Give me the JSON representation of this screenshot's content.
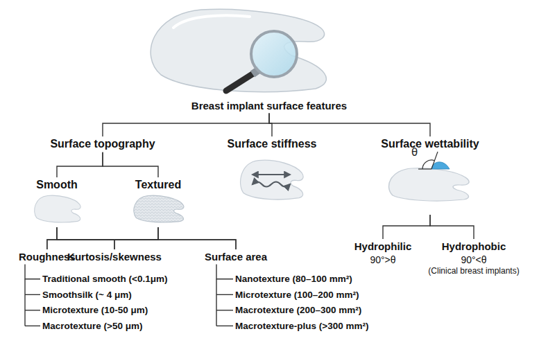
{
  "diagram": {
    "nodes": [
      {
        "text": [
          "Breast implant surface features"
        ]
      },
      {
        "text": [
          "Surface topography"
        ]
      },
      {
        "text": [
          "Surface stiffness"
        ]
      },
      {
        "text": [
          "Surface wettability"
        ]
      },
      {
        "text": [
          "Smooth"
        ]
      },
      {
        "text": [
          "Textured"
        ]
      },
      {
        "text": [
          "Roughness"
        ]
      },
      {
        "text": [
          "Kurtosis/skewness"
        ]
      },
      {
        "text": [
          "Surface area"
        ]
      },
      {
        "text": [
          "Traditional smooth (<0.1μm)",
          "Smoothsilk (~ 4 μm)",
          "Microtexture (10-50 μm)",
          "Macrotexture (>50 μm)"
        ]
      },
      {
        "text": [
          "Nanotexture (80–100 mm²)",
          "Microtexture (100–200 mm²)",
          "Macrotexture (200–300 mm²)",
          "Macrotexture-plus (>300 mm²)"
        ]
      },
      {
        "text": [
          "Hydrophilic",
          "90°>θ"
        ]
      },
      {
        "text": [
          "Hydrophobic",
          "90°<θ",
          "(Clinical breast implants)"
        ]
      }
    ],
    "edges": [
      {
        "from": 0,
        "to": 1,
        "arrow": "none"
      },
      {
        "from": 0,
        "to": 2,
        "arrow": "none"
      },
      {
        "from": 0,
        "to": 3,
        "arrow": "none"
      },
      {
        "from": 1,
        "to": 4,
        "arrow": "none"
      },
      {
        "from": 1,
        "to": 5,
        "arrow": "none"
      },
      {
        "from": 4,
        "to": 6,
        "arrow": "none"
      },
      {
        "from": 4,
        "to": 7,
        "arrow": "none"
      },
      {
        "from": 4,
        "to": 8,
        "arrow": "none"
      },
      {
        "from": 5,
        "to": 6,
        "arrow": "none"
      },
      {
        "from": 5,
        "to": 7,
        "arrow": "none"
      },
      {
        "from": 5,
        "to": 8,
        "arrow": "none"
      },
      {
        "from": 6,
        "to": 9,
        "arrow": "none"
      },
      {
        "from": 8,
        "to": 10,
        "arrow": "none"
      },
      {
        "from": 3,
        "to": 11,
        "arrow": "none"
      },
      {
        "from": 3,
        "to": 12,
        "arrow": "none"
      }
    ],
    "labels": [
      "θ"
    ]
  }
}
